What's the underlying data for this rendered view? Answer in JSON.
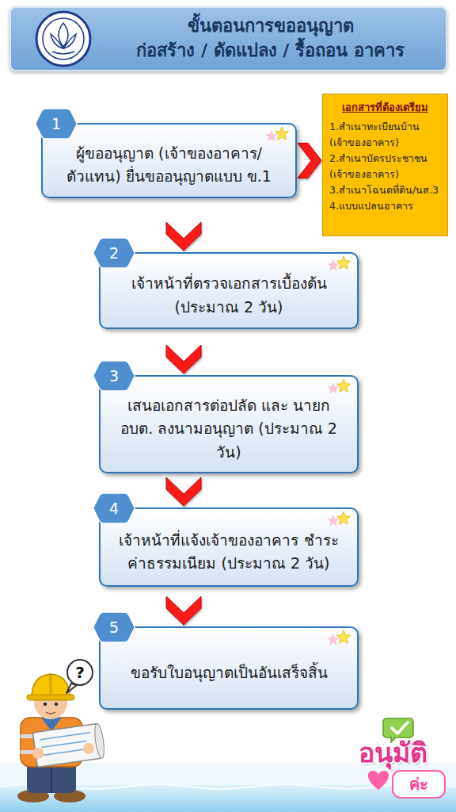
{
  "diagram": {
    "nodes": [
      {
        "text": [
          "ขั้นตอนการขออนุญาต",
          "ก่อสร้าง / ดัดแปลง / รื้อถอน อาคาร"
        ]
      },
      {
        "text": [
          "1",
          "ผู้ขออนุญาต (เจ้าของอาคาร/ตัวแทน) ยื่นขออนุญาตแบบ ข.1"
        ]
      },
      {
        "text": [
          "เอกสารที่ต้องเตรียม",
          "1.สำเนาทะเบียนบ้าน (เจ้าของอาคาร)",
          "2.สำเนาบัตรประชาชน (เจ้าของอาคาร)",
          "3.สำเนาโฉนดที่ดิน/นส.3",
          "4.แบบแปลนอาคาร"
        ]
      },
      {
        "text": [
          "2",
          "เจ้าหน้าที่ตรวจเอกสารเบื้องต้น (ประมาณ 2 วัน)"
        ]
      },
      {
        "text": [
          "3",
          "เสนอเอกสารต่อปลัด และ นายก อบต. ลงนามอนุญาต (ประมาณ 2 วัน)"
        ]
      },
      {
        "text": [
          "4",
          "เจ้าหน้าที่แจ้งเจ้าของอาคาร ชำระค่าธรรมเนียม (ประมาณ 2 วัน)"
        ]
      },
      {
        "text": [
          "5",
          "ขอรับใบอนุญาตเป็นอันเสร็จสิ้น"
        ]
      }
    ],
    "edges": [
      {
        "from": 1,
        "to": 2,
        "arrow": "to"
      },
      {
        "from": 1,
        "to": 3,
        "arrow": "to"
      },
      {
        "from": 3,
        "to": 4,
        "arrow": "to"
      },
      {
        "from": 4,
        "to": 5,
        "arrow": "to"
      },
      {
        "from": 5,
        "to": 6,
        "arrow": "to"
      }
    ],
    "labels": [
      "?",
      "อนุมัติ",
      "ค่ะ"
    ]
  }
}
